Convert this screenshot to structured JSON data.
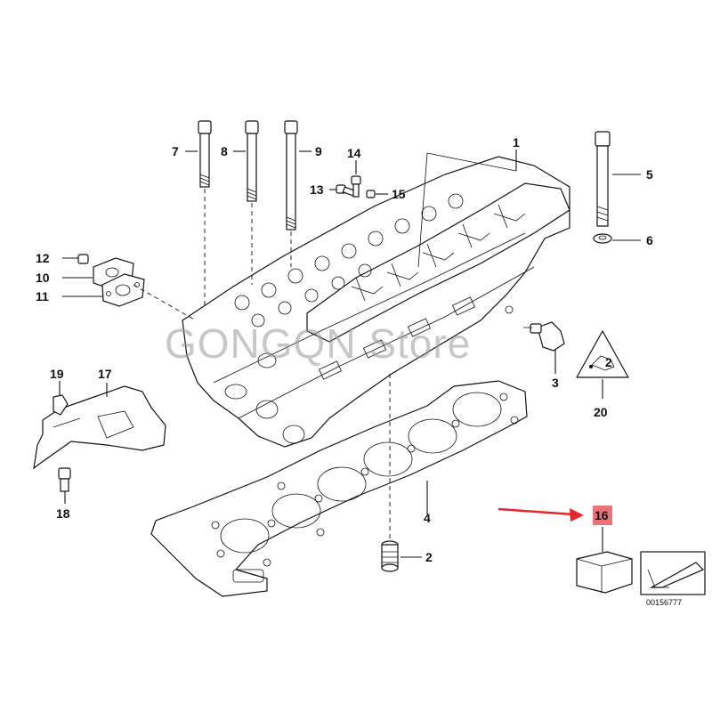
{
  "diagram": {
    "part_labels": [
      "1",
      "2",
      "3",
      "4",
      "5",
      "6",
      "7",
      "8",
      "9",
      "10",
      "11",
      "12",
      "13",
      "14",
      "15",
      "16",
      "17",
      "18",
      "19",
      "20"
    ],
    "highlighted_label": "16",
    "reference_number": "00156777",
    "watermark": "GONGQN Store",
    "colors": {
      "highlight_fill": "#e8737a",
      "arrow": "#e8252a",
      "line": "#111111"
    }
  }
}
